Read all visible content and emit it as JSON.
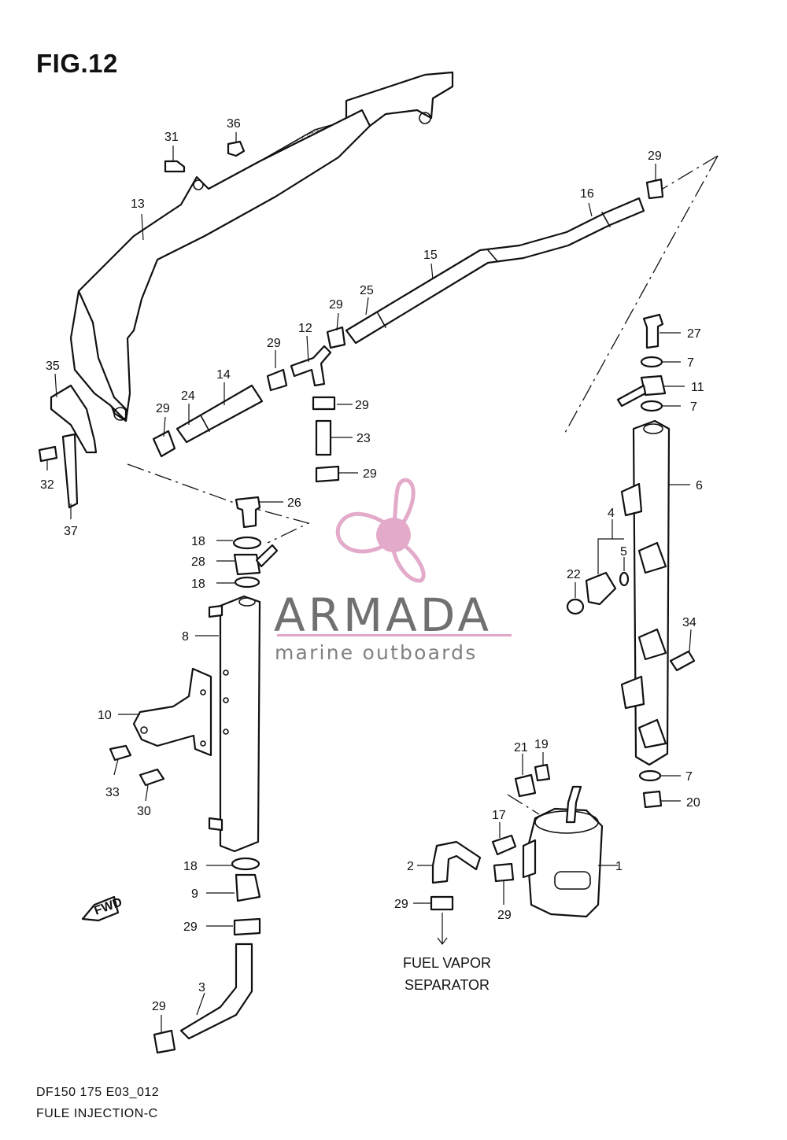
{
  "figure": {
    "title": "FIG.12",
    "model_code": "DF150 175 E03_012",
    "section_name": "FULE INJECTION-C",
    "destination": [
      "FUEL VAPOR",
      "SEPARATOR"
    ],
    "forward_label": "FWD"
  },
  "watermark": {
    "brand": "ARMADA",
    "tagline": "marine outboards",
    "accent_color": "#e2a6c8",
    "text_color": "#707070",
    "logo_icon": "propeller-icon"
  },
  "callouts": [
    "1",
    "2",
    "3",
    "4",
    "5",
    "6",
    "7",
    "7",
    "7",
    "8",
    "9",
    "10",
    "11",
    "12",
    "13",
    "14",
    "15",
    "16",
    "17",
    "18",
    "18",
    "18",
    "19",
    "20",
    "21",
    "22",
    "23",
    "24",
    "25",
    "26",
    "27",
    "28",
    "29",
    "29",
    "29",
    "29",
    "29",
    "29",
    "29",
    "29",
    "29",
    "29",
    "30",
    "31",
    "32",
    "33",
    "34",
    "35",
    "36",
    "37"
  ]
}
